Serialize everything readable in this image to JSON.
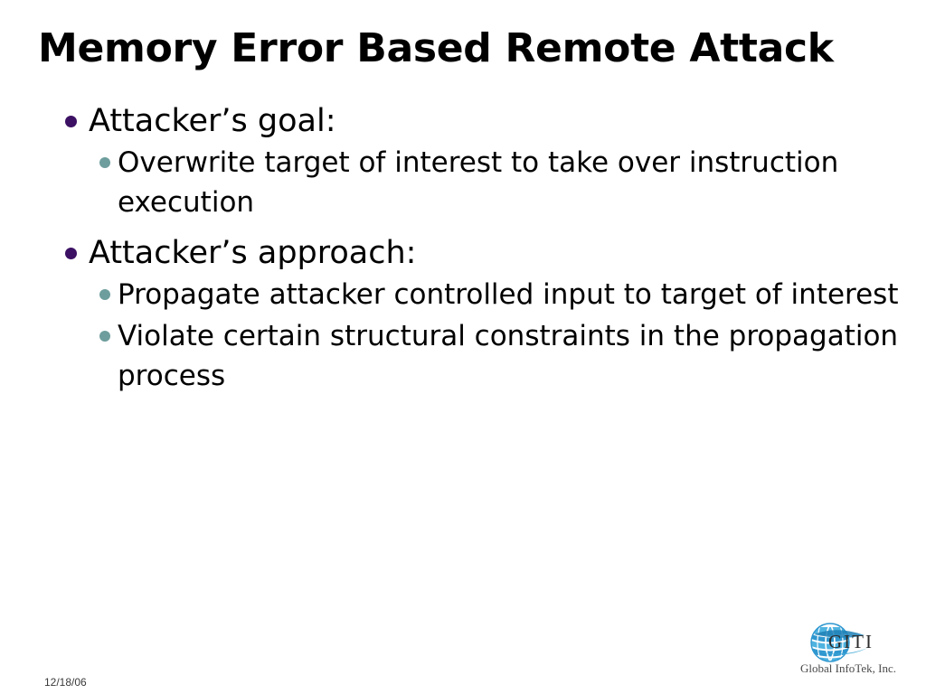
{
  "slide": {
    "title": "Memory Error Based Remote Attack",
    "background_color": "#ffffff",
    "title_color": "#000000",
    "body_text_color": "#000000",
    "level1_bullet_color": "#3c1063",
    "level2_bullet_color": "#6e9d9d",
    "bullets": [
      {
        "level": 1,
        "text": "Attacker’s goal:"
      },
      {
        "level": 2,
        "text": "Overwrite target of interest to take over instruction execution"
      },
      {
        "level": 1,
        "text": "Attacker’s approach:"
      },
      {
        "level": 2,
        "text": "Propagate attacker controlled input to target of interest"
      },
      {
        "level": 2,
        "text": "Violate certain structural constraints in the propagation process"
      }
    ]
  },
  "footer": {
    "date": "12/18/06"
  },
  "logo": {
    "icon": "globe-icon",
    "wordmark": "GITI",
    "tagline": "Global InfoTek, Inc.",
    "globe_color": "#3ea7d6",
    "globe_color_dark": "#1d7fb5"
  }
}
